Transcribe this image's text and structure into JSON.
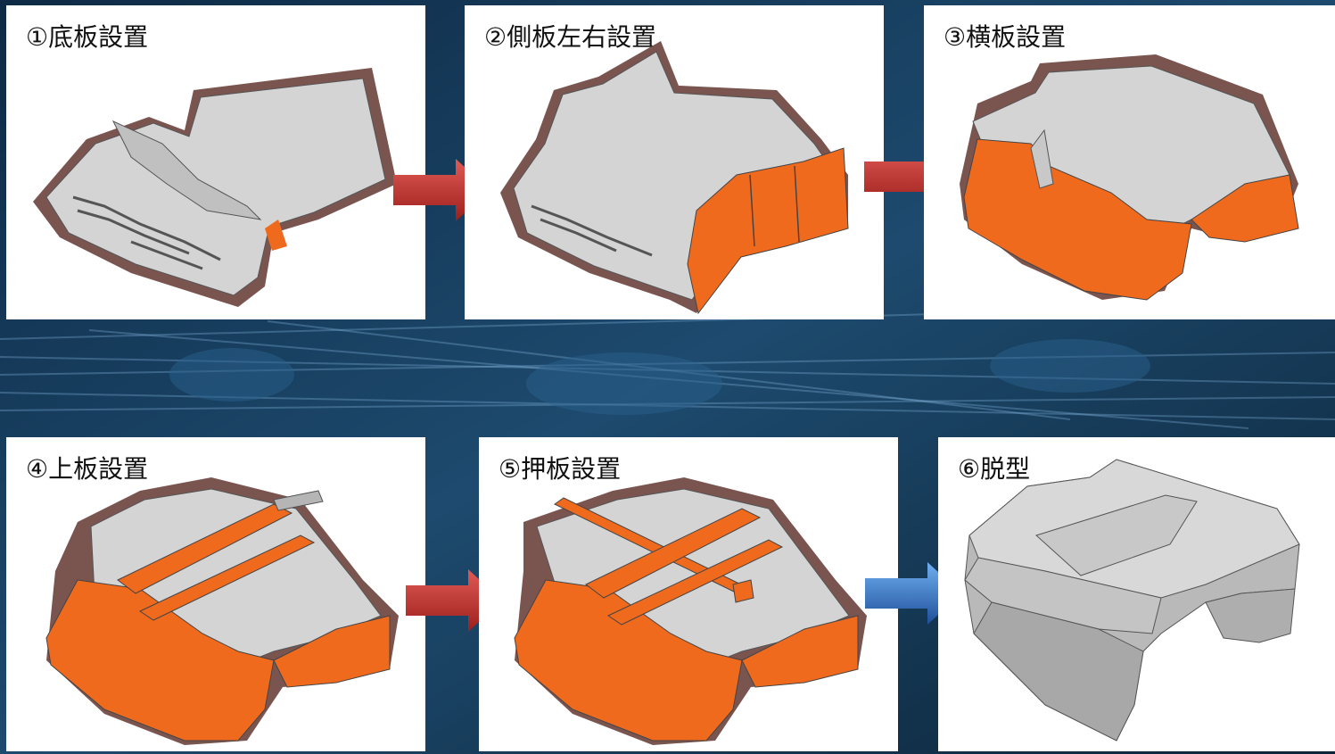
{
  "steps": [
    {
      "label": "①底板設置"
    },
    {
      "label": "②側板左右設置"
    },
    {
      "label": "③横板設置"
    },
    {
      "label": "④上板設置"
    },
    {
      "label": "⑤押板設置"
    },
    {
      "label": "⑥脱型"
    }
  ],
  "colors": {
    "background": "#16324f",
    "form_orange": "#f06a1e",
    "frame_brown": "#7a5550",
    "surface_gray": "#d4d4d4",
    "arrow_red": "#c9312e",
    "arrow_blue": "#3a7fd0"
  }
}
